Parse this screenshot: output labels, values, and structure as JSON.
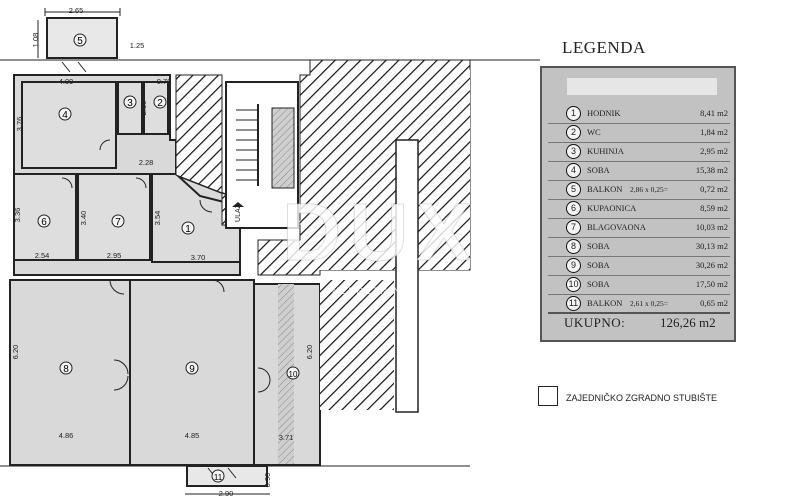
{
  "legend": {
    "title": "LEGENDA",
    "items": [
      {
        "num": "1",
        "label": "HODNIK",
        "dim": "",
        "area": "8,41 m2"
      },
      {
        "num": "2",
        "label": "WC",
        "dim": "",
        "area": "1,84 m2"
      },
      {
        "num": "3",
        "label": "KUHINJA",
        "dim": "",
        "area": "2,95 m2"
      },
      {
        "num": "4",
        "label": "SOBA",
        "dim": "",
        "area": "15,38 m2"
      },
      {
        "num": "5",
        "label": "BALKON",
        "dim": "2,86 x 0,25=",
        "area": "0,72 m2"
      },
      {
        "num": "6",
        "label": "KUPAONICA",
        "dim": "",
        "area": "8,59 m2"
      },
      {
        "num": "7",
        "label": "BLAGOVAONA",
        "dim": "",
        "area": "10,03 m2"
      },
      {
        "num": "8",
        "label": "SOBA",
        "dim": "",
        "area": "30,13 m2"
      },
      {
        "num": "9",
        "label": "SOBA",
        "dim": "",
        "area": "30,26 m2"
      },
      {
        "num": "10",
        "label": "SOBA",
        "dim": "",
        "area": "17,50 m2"
      },
      {
        "num": "11",
        "label": "BALKON",
        "dim": "2,61 x 0,25=",
        "area": "0,65 m2"
      }
    ],
    "total_label": "UKUPNO:",
    "total_value": "126,26 m2"
  },
  "shared_stairs_label": "ZAJEDNIČKO ZGRADNO STUBIŠTE",
  "watermark": {
    "text": "DUX",
    "subtext": "NEKRETNINE"
  },
  "plan": {
    "rooms": [
      {
        "num": "1"
      },
      {
        "num": "2"
      },
      {
        "num": "3"
      },
      {
        "num": "4"
      },
      {
        "num": "5"
      },
      {
        "num": "6"
      },
      {
        "num": "7"
      },
      {
        "num": "8"
      },
      {
        "num": "9"
      },
      {
        "num": "10"
      },
      {
        "num": "11"
      }
    ],
    "dimensions": [
      "2.65",
      "1.08",
      "1.25",
      "4.09",
      "0.78",
      "3.76",
      "2.36",
      "2.28",
      "3.36",
      "3.54",
      "3.40",
      "2.54",
      "2.95",
      "3.70",
      "6.20",
      "6.20",
      "4.86",
      "4.85",
      "3.71",
      "2.90",
      "0.90"
    ],
    "stair_label": "ULAZ"
  }
}
